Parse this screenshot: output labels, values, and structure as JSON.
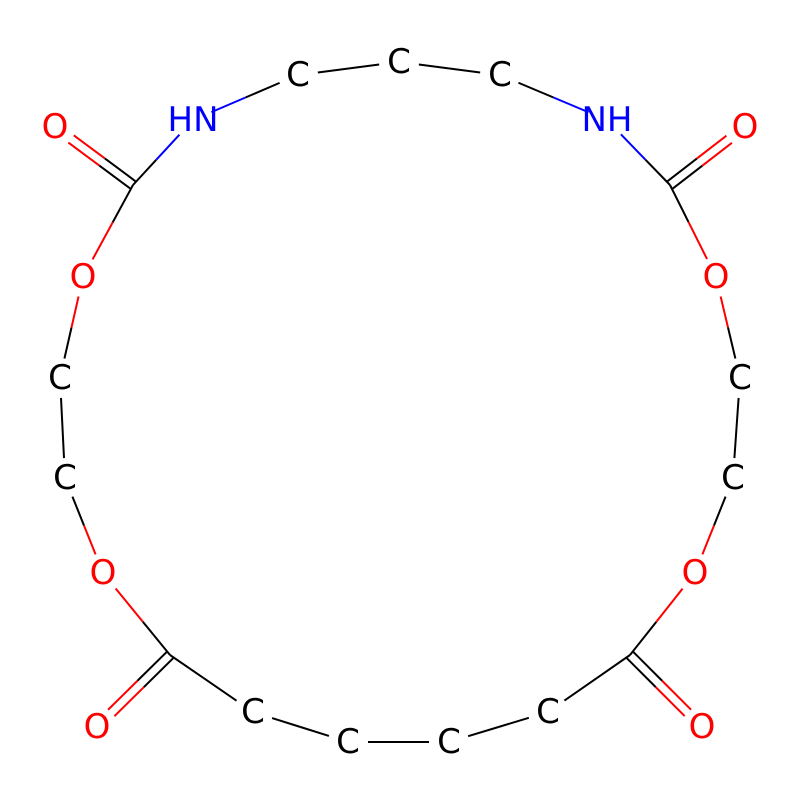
{
  "colors": {
    "C": "#000000",
    "N": "#0000FF",
    "O": "#FF0000",
    "bond": "#000000"
  },
  "atoms": [
    {
      "element": "C",
      "label": "C"
    },
    {
      "element": "C",
      "label": "C"
    },
    {
      "element": "C",
      "label": "C"
    },
    {
      "element": "N",
      "label": "NH"
    },
    {
      "element": "C",
      "label": ""
    },
    {
      "element": "O",
      "label": "O"
    },
    {
      "element": "O",
      "label": "O"
    },
    {
      "element": "C",
      "label": "C"
    },
    {
      "element": "C",
      "label": "C"
    },
    {
      "element": "O",
      "label": "O"
    },
    {
      "element": "C",
      "label": ""
    },
    {
      "element": "O",
      "label": "O"
    },
    {
      "element": "C",
      "label": "C"
    },
    {
      "element": "C",
      "label": "C"
    },
    {
      "element": "C",
      "label": "C"
    },
    {
      "element": "C",
      "label": "C"
    },
    {
      "element": "C",
      "label": ""
    },
    {
      "element": "O",
      "label": "O"
    },
    {
      "element": "O",
      "label": "O"
    },
    {
      "element": "C",
      "label": "C"
    },
    {
      "element": "C",
      "label": "C"
    },
    {
      "element": "O",
      "label": "O"
    },
    {
      "element": "C",
      "label": ""
    },
    {
      "element": "O",
      "label": "O"
    },
    {
      "element": "N",
      "label": "HN"
    }
  ],
  "bonds": [
    [
      0,
      1,
      1
    ],
    [
      1,
      2,
      1
    ],
    [
      2,
      3,
      1
    ],
    [
      3,
      4,
      1
    ],
    [
      4,
      5,
      2
    ],
    [
      4,
      6,
      1
    ],
    [
      6,
      7,
      1
    ],
    [
      7,
      8,
      1
    ],
    [
      8,
      9,
      1
    ],
    [
      9,
      10,
      1
    ],
    [
      10,
      11,
      2
    ],
    [
      10,
      12,
      1
    ],
    [
      12,
      13,
      1
    ],
    [
      13,
      14,
      1
    ],
    [
      14,
      15,
      1
    ],
    [
      15,
      16,
      1
    ],
    [
      16,
      17,
      2
    ],
    [
      16,
      18,
      1
    ],
    [
      18,
      19,
      1
    ],
    [
      19,
      20,
      1
    ],
    [
      20,
      21,
      1
    ],
    [
      21,
      22,
      1
    ],
    [
      22,
      23,
      2
    ],
    [
      22,
      24,
      1
    ],
    [
      24,
      0,
      1
    ]
  ]
}
